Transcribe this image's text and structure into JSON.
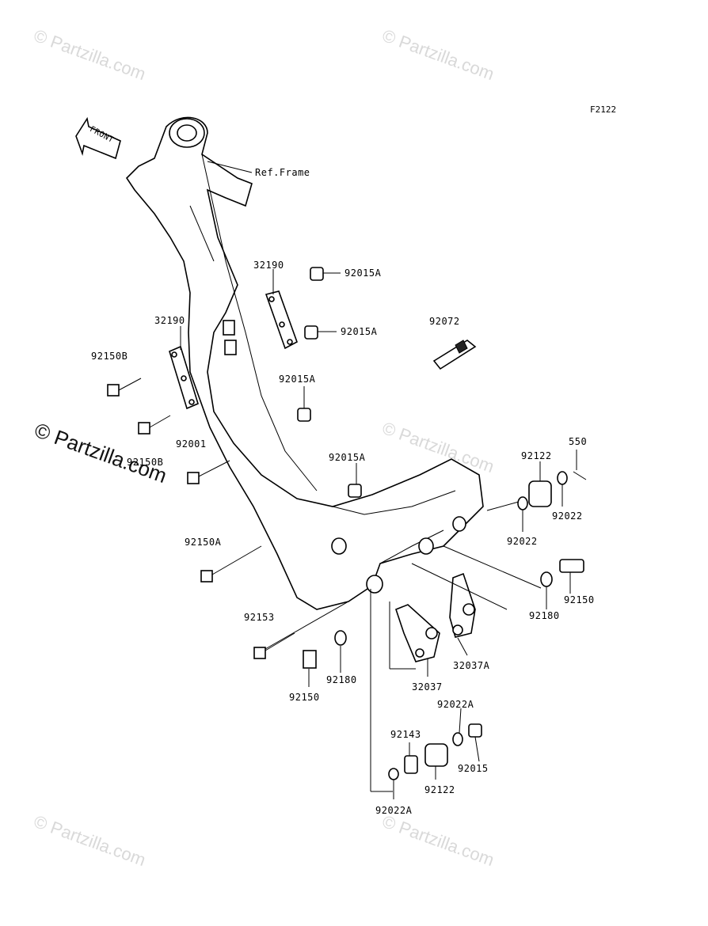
{
  "diagram_code": "F2122",
  "front_arrow_text": "FRONT",
  "watermark_text": "© Partzilla.com",
  "watermark_big_text": "© Partzilla.com",
  "labels": {
    "ref_frame": "Ref.Frame",
    "p32190_a": "32190",
    "p92015A_1": "92015A",
    "p32190_b": "32190",
    "p92015A_2": "92015A",
    "p92072": "92072",
    "p92150B_1": "92150B",
    "p92015A_3": "92015A",
    "p92150B_2": "92150B",
    "p92001": "92001",
    "p92015A_4": "92015A",
    "p550": "550",
    "p92122_1": "92122",
    "p92022_1": "92022",
    "p92022_2": "92022",
    "p92150A": "92150A",
    "p92150_1": "92150",
    "p92180_1": "92180",
    "p92153": "92153",
    "p32037A": "32037A",
    "p92180_2": "92180",
    "p32037": "32037",
    "p92150_2": "92150",
    "p92022A_1": "92022A",
    "p92143": "92143",
    "p92015": "92015",
    "p92122_2": "92122",
    "p92022A_2": "92022A"
  }
}
